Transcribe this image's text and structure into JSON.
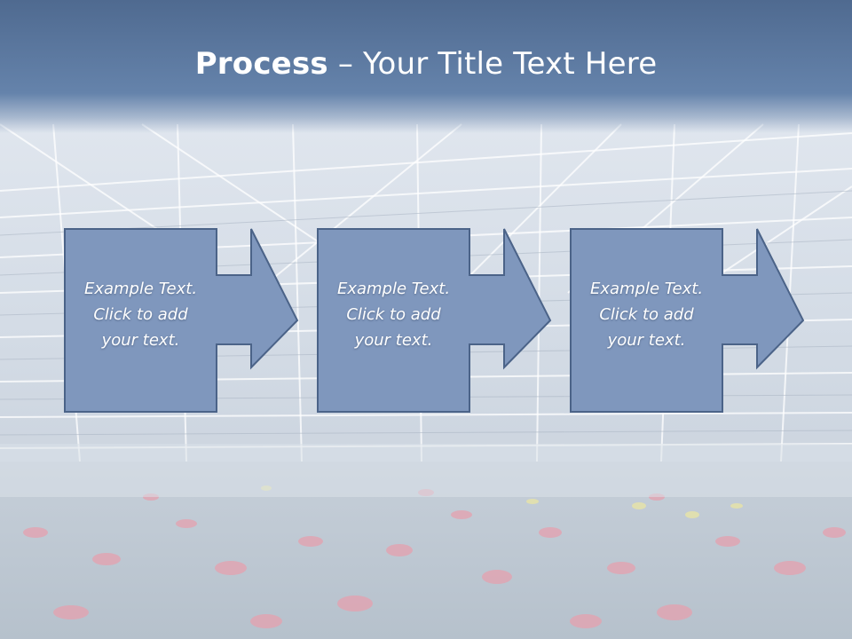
{
  "slide": {
    "title_bold": "Process",
    "title_rest": " – Your Title Text Here"
  },
  "steps": [
    {
      "text": "Example Text.\nClick  to add\nyour text."
    },
    {
      "text": "Example Text.\nClick  to add\nyour text."
    },
    {
      "text": "Example Text.\nClick  to add\nyour text."
    }
  ],
  "colors": {
    "title_band": "#5f7ca3",
    "box_fill": "#7f97bd",
    "box_stroke": "#4b6388",
    "text": "#ffffff"
  }
}
